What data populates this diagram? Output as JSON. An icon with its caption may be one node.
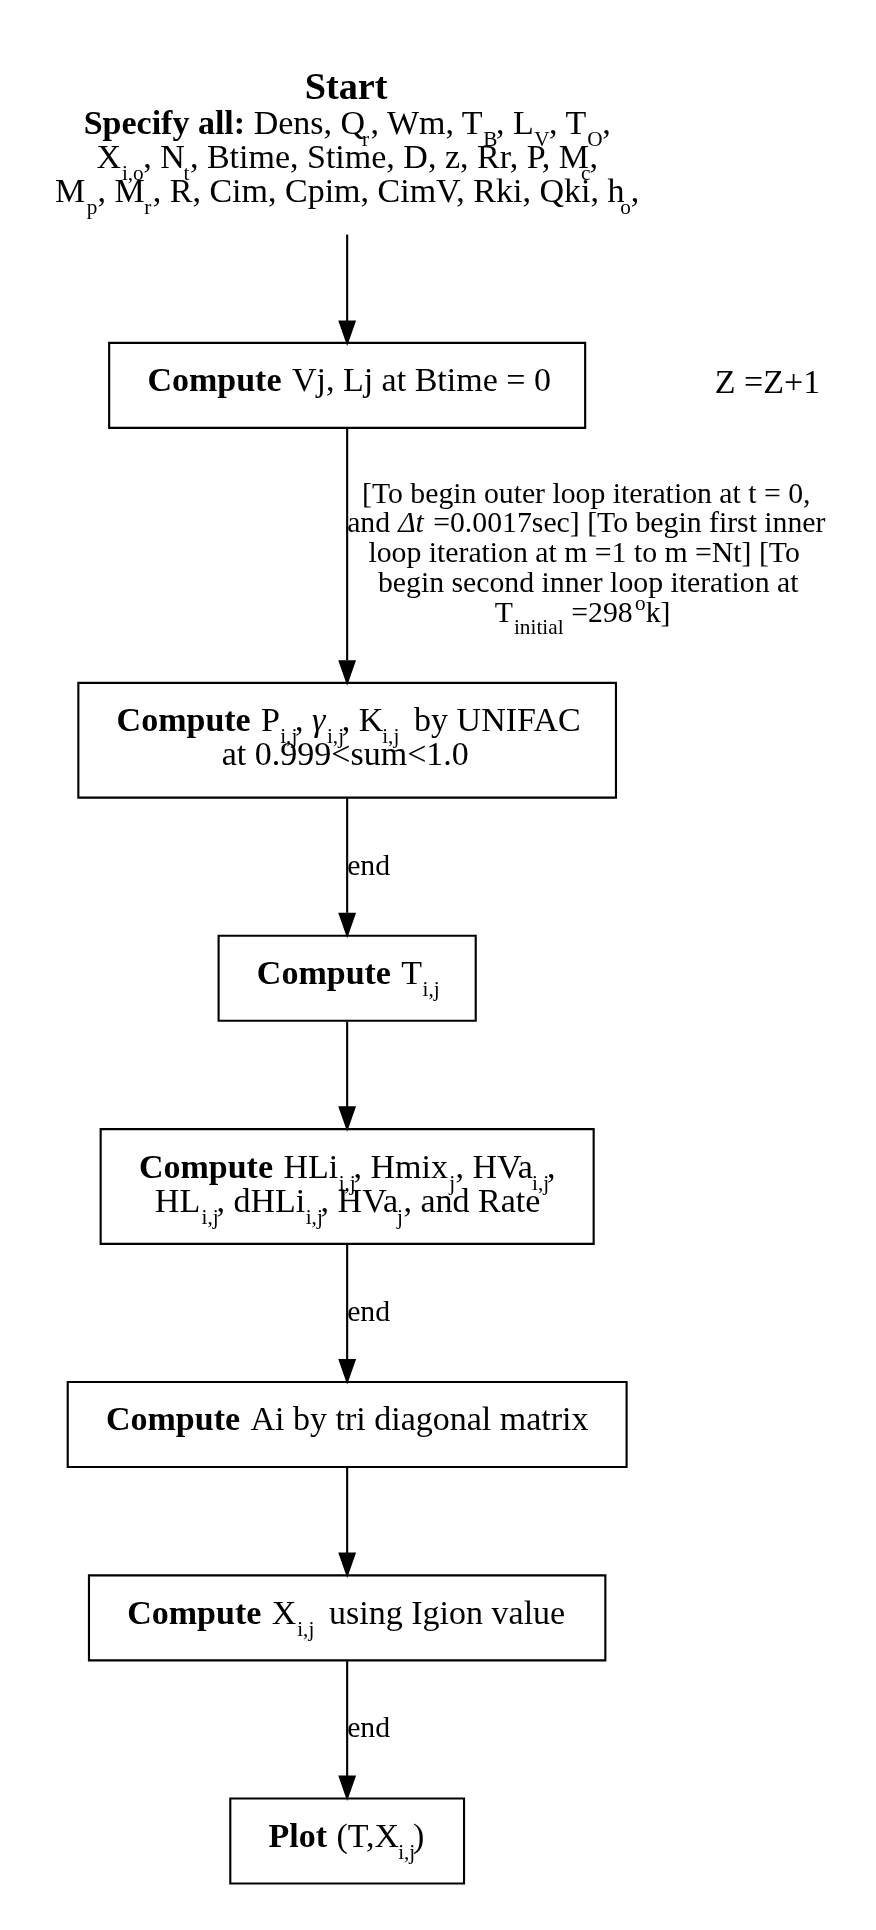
{
  "diagram": {
    "nodes": [
      {
        "text": [
          "Start",
          "**Specify all:** Dens, Q$_{r}$, Wm, T$_{B}$, L$_{V}$, T$_{O}$, X$_{i,o}$, N$_{t}$, Btime, Stime, D, z, Rr, P, M$_{c}$, M$_{p}$, M$_{r}$, R, Cim, Cpim, CimV, Rki, Qki, h$_{o}$,"
        ]
      },
      {
        "text": [
          "**Compute** Vj, Lj at Btime = 0"
        ]
      },
      {
        "text": [
          "**Compute** P$_{i,j}$, *γ*$_{i,j}$, K$_{i,j}$ by UNIFAC at 0.999<sum<1.0"
        ]
      },
      {
        "text": [
          "**Compute** T$_{i,j}$"
        ]
      },
      {
        "text": [
          "**Compute** HLi$_{i,j}$, Hmix$_{j}$, HVa$_{i,j}$, HL$_{i,j}$, dHLi$_{i,j}$, HVa$_{j}$, and Rate"
        ]
      },
      {
        "text": [
          "**Compute** Ai by tri diagonal matrix"
        ]
      },
      {
        "text": [
          "**Compute** X$_{i,j}$ using Igion value"
        ]
      },
      {
        "text": [
          "**Plot** (T,X$_{i,j}$)"
        ]
      }
    ],
    "edges": [
      {
        "from": 0,
        "to": 1,
        "arrow": "to"
      },
      {
        "from": 1,
        "to": 2,
        "arrow": "to",
        "label": "[To begin outer loop iteration at t = 0, and *Δt* =0.0017sec] [To begin first inner loop iteration at m =1 to m =Nt] [To begin second inner loop iteration at T$_{initial}$ =298$^{o}$k]"
      },
      {
        "from": 2,
        "to": 3,
        "arrow": "to",
        "label": "end"
      },
      {
        "from": 3,
        "to": 4,
        "arrow": "to"
      },
      {
        "from": 4,
        "to": 5,
        "arrow": "to",
        "label": "end"
      },
      {
        "from": 5,
        "to": 6,
        "arrow": "to"
      },
      {
        "from": 6,
        "to": 7,
        "arrow": "to",
        "label": "end"
      }
    ],
    "labels": [
      "Z =Z+1"
    ]
  }
}
